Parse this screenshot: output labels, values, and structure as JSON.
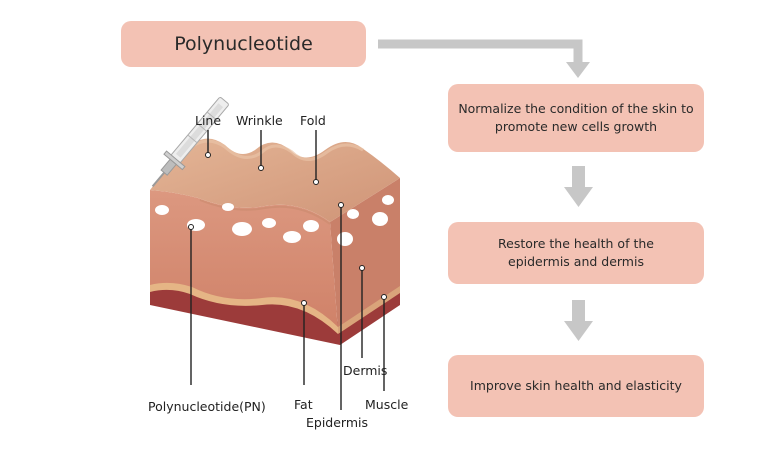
{
  "title": "Polynucleotide",
  "steps": [
    "Normalize the condition of the skin to promote new cells growth",
    "Restore the health of the epidermis and dermis",
    "Improve skin health and elasticity"
  ],
  "labels": {
    "line": "Line",
    "wrinkle": "Wrinkle",
    "fold": "Fold",
    "polynucleotide_pn": "Polynucleotide(PN)",
    "fat": "Fat",
    "epidermis": "Epidermis",
    "dermis": "Dermis",
    "muscle": "Muscle"
  },
  "colors": {
    "box_fill": "#f3c2b4",
    "arrow": "#c7c7c7",
    "skin_top": "#d9a384",
    "dermis_front": "#d58b73",
    "dermis_side": "#c77d66",
    "fat_band": "#e0b081",
    "muscle": "#9c3b3a"
  }
}
